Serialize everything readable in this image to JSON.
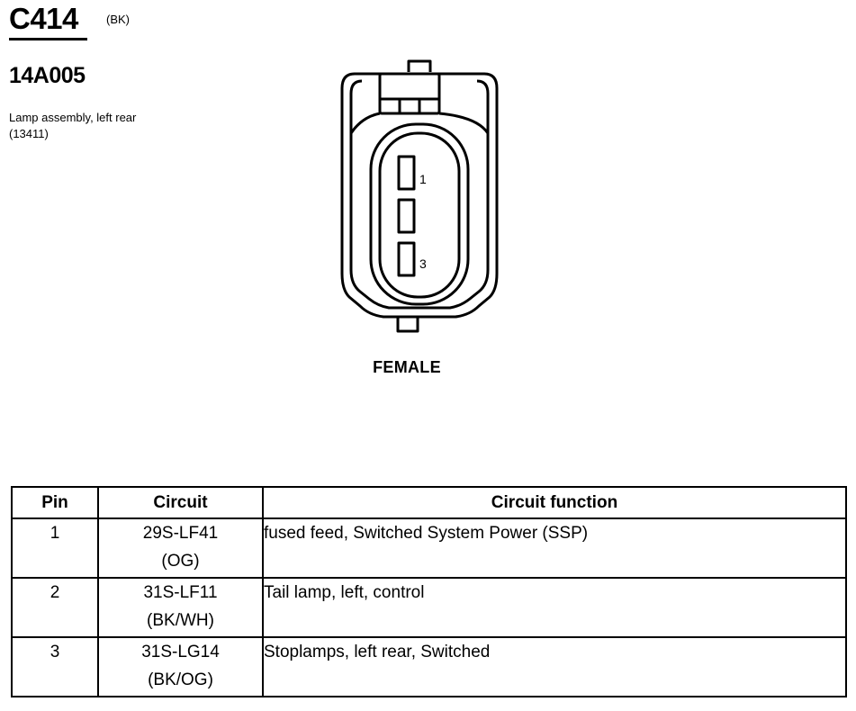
{
  "connector": {
    "id": "C414",
    "color_code": "(BK)",
    "part_number": "14A005",
    "description": "Lamp assembly, left rear (13411)"
  },
  "diagram": {
    "pin_labels": [
      "1",
      "3"
    ],
    "gender": "FEMALE"
  },
  "table": {
    "headers": [
      "Pin",
      "Circuit",
      "Circuit function"
    ],
    "rows": [
      {
        "pin": "1",
        "circuit": "29S-LF41",
        "wire_color": "(OG)",
        "function": "fused feed, Switched System Power (SSP)"
      },
      {
        "pin": "2",
        "circuit": "31S-LF11",
        "wire_color": "(BK/WH)",
        "function": "Tail lamp, left, control"
      },
      {
        "pin": "3",
        "circuit": "31S-LG14",
        "wire_color": "(BK/OG)",
        "function": "Stoplamps, left rear, Switched"
      }
    ]
  }
}
